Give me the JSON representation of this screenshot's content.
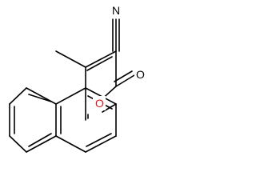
{
  "structure": {
    "atoms": {
      "n": "N",
      "o_carbonyl": "O",
      "o_ring": "O"
    }
  },
  "colors": {
    "bond": "#000000",
    "carbon_label": "#000000",
    "oxygen_label": "#d81b1b",
    "background": "#ffffff"
  }
}
